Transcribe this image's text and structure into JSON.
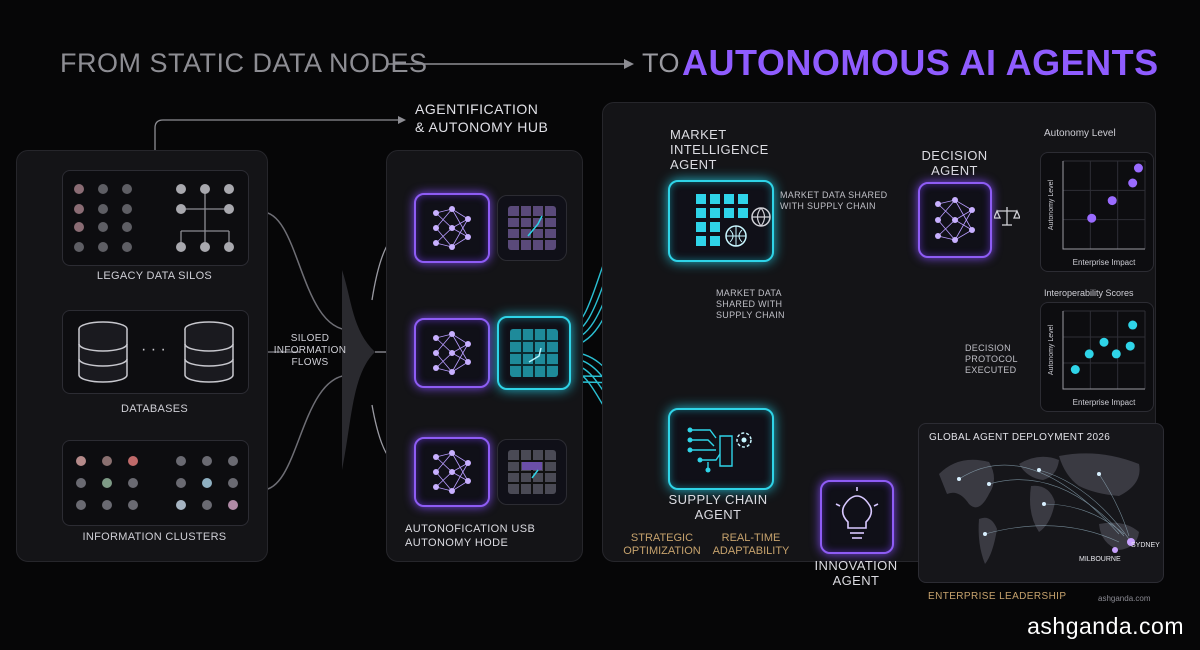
{
  "header": {
    "left_title": "FROM STATIC DATA NODES",
    "to": "TO",
    "right_title": "AUTONOMOUS AI AGENTS"
  },
  "left_panel": {
    "legacy_label": "LEGACY DATA SILOS",
    "databases_label": "DATABASES",
    "databases_dots": "· · ·",
    "clusters_label": "INFORMATION CLUSTERS",
    "funnel_label": "SILOED\nINFORMATION\nFLOWS"
  },
  "hub": {
    "title_top": "AGENTIFICATION\n& AUTONOMY HUB",
    "title_bottom": "AUTONOFICATION USB\nAUTONOMY HODE"
  },
  "agents": {
    "market": "MARKET\nINTELLIGENCE\nAGENT",
    "decision": "DECISION\nAGENT",
    "supply": "SUPPLY CHAIN\nAGENT",
    "innovation": "INNOVATION\nAGENT"
  },
  "annotations": {
    "market_shared_top": "MARKET DATA SHARED\nWITH SUPPLY CHAIN",
    "market_shared_mid": "MARKET DATA\nSHARED WITH\nSUPPLY CHAIN",
    "decision_protocol": "DECISION\nPROTOCOL\nEXECUTED",
    "strategic": "STRATEGIC\nOPTIMIZATION",
    "realtime": "REAL-TIME\nADAPTABILITY"
  },
  "charts": [
    {
      "title": "Autonomy Level",
      "xlabel": "Enterprise Impact",
      "ylabel": "Autonomy Level"
    },
    {
      "title": "Interoperability Scores",
      "xlabel": "Enterprise Impact",
      "ylabel": "Autonomy Level"
    }
  ],
  "chart_data": [
    {
      "type": "scatter",
      "title": "Autonomy Level",
      "xlabel": "Enterprise Impact",
      "ylabel": "Autonomy Level",
      "points": [
        [
          0.35,
          0.35
        ],
        [
          0.6,
          0.55
        ],
        [
          0.85,
          0.75
        ],
        [
          0.92,
          0.92
        ]
      ],
      "color": "#9a6bff"
    },
    {
      "type": "scatter",
      "title": "Interoperability Scores",
      "xlabel": "Enterprise Impact",
      "ylabel": "Autonomy Level",
      "points": [
        [
          0.15,
          0.25
        ],
        [
          0.32,
          0.45
        ],
        [
          0.5,
          0.6
        ],
        [
          0.65,
          0.45
        ],
        [
          0.82,
          0.55
        ],
        [
          0.85,
          0.82
        ]
      ],
      "color": "#2fd4e8"
    }
  ],
  "map": {
    "title": "GLOBAL AGENT DEPLOYMENT 2026",
    "city1": "SYDNEY",
    "city2": "MILBOURNE"
  },
  "footer": {
    "enterprise": "ENTERPRISE LEADERSHIP",
    "site_small": "ashganda.com",
    "watermark": "ashganda.com"
  },
  "colors": {
    "purple": "#8e5cf5",
    "cyan": "#2fd4e8",
    "accent": "#8f5cff"
  }
}
